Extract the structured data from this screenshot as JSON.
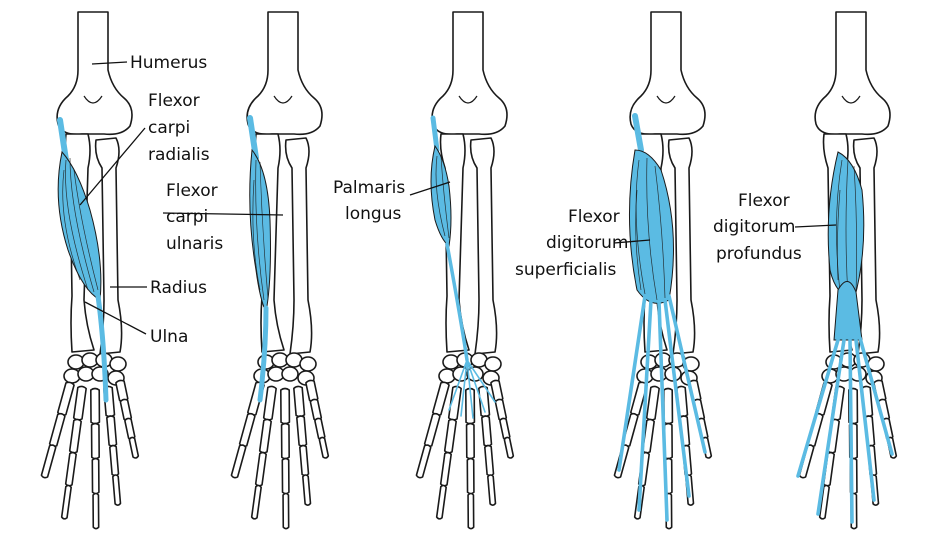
{
  "colors": {
    "muscle": "#5bbbe3",
    "bone_outline": "#1a1a1a",
    "fiber": "#1a1a1a",
    "background": "#ffffff"
  },
  "labels": {
    "humerus": "Humerus",
    "fcr": [
      "Flexor",
      "carpi",
      "radialis"
    ],
    "fcu": [
      "Flexor",
      "carpi",
      "ulnaris"
    ],
    "radius": "Radius",
    "ulna": "Ulna",
    "palmaris": [
      "Palmaris",
      "longus"
    ],
    "fds": [
      "Flexor",
      "digitorum",
      "superficialis"
    ],
    "fdp": [
      "Flexor",
      "digitorum",
      "profundus"
    ]
  },
  "panels": [
    {
      "key": "fcr",
      "muscle_kind": "fcr"
    },
    {
      "key": "fcu",
      "muscle_kind": "fcu"
    },
    {
      "key": "palmaris",
      "muscle_kind": "palmaris"
    },
    {
      "key": "fds",
      "muscle_kind": "fds"
    },
    {
      "key": "fdp",
      "muscle_kind": "fdp"
    }
  ]
}
